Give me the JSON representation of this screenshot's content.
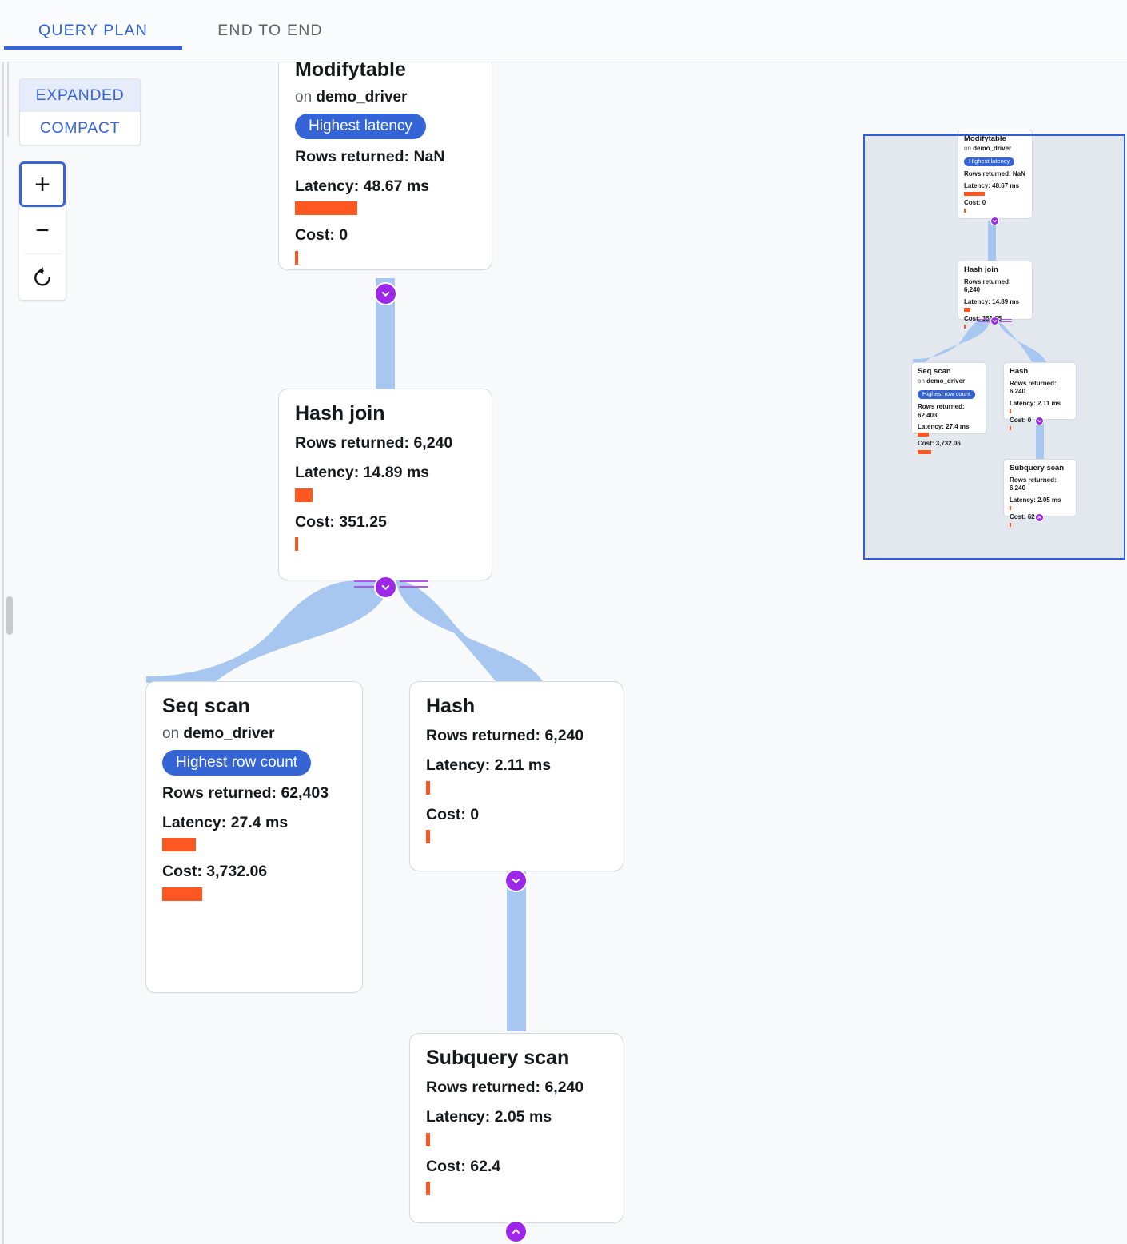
{
  "tabs": [
    {
      "label": "QUERY PLAN",
      "active": true
    },
    {
      "label": "END TO END",
      "active": false
    }
  ],
  "layout_toggle": {
    "options": [
      {
        "label": "EXPANDED",
        "selected": true
      },
      {
        "label": "COMPACT",
        "selected": false
      }
    ]
  },
  "zoom_controls": {
    "zoom_in": "+",
    "zoom_out": "−",
    "reset": "reset-icon"
  },
  "labels": {
    "rows_returned": "Rows returned:",
    "latency": "Latency:",
    "cost": "Cost:",
    "on": "on"
  },
  "colors": {
    "accent_blue": "#3464d6",
    "badge_blue": "#3464d6",
    "bar_orange": "#ff5722",
    "edge_blue": "#a8c7f0",
    "chevron_purple": "#9c27e8",
    "canvas_bg": "#f7f9fb",
    "minimap_bg": "#e3e8ee",
    "minimap_border": "#2f5fd0"
  },
  "plan_nodes": [
    {
      "id": "modifytable",
      "title": "Modifytable",
      "relation": "demo_driver",
      "badge": "Highest latency",
      "rows_returned": "NaN",
      "latency": "48.67 ms",
      "latency_bar_pct": 30,
      "cost": "0",
      "cost_bar_pct": 1.5,
      "chevron": "down"
    },
    {
      "id": "hash-join",
      "title": "Hash join",
      "relation": null,
      "badge": null,
      "rows_returned": "6,240",
      "latency": "14.89 ms",
      "latency_bar_pct": 9,
      "cost": "351.25",
      "cost_bar_pct": 1.5,
      "chevron": "down"
    },
    {
      "id": "seq-scan",
      "title": "Seq scan",
      "relation": "demo_driver",
      "badge": "Highest row count",
      "rows_returned": "62,403",
      "latency": "27.4 ms",
      "latency_bar_pct": 17,
      "cost": "3,732.06",
      "cost_bar_pct": 19,
      "chevron": null
    },
    {
      "id": "hash",
      "title": "Hash",
      "relation": null,
      "badge": null,
      "rows_returned": "6,240",
      "latency": "2.11 ms",
      "latency_bar_pct": 1.5,
      "cost": "0",
      "cost_bar_pct": 1.5,
      "chevron": "down"
    },
    {
      "id": "subquery-scan",
      "title": "Subquery scan",
      "relation": null,
      "badge": null,
      "rows_returned": "6,240",
      "latency": "2.05 ms",
      "latency_bar_pct": 1.5,
      "cost": "62.4",
      "cost_bar_pct": 1.5,
      "chevron": "up"
    }
  ],
  "edges": [
    {
      "from": "modifytable",
      "to": "hash-join"
    },
    {
      "from": "hash-join",
      "to": "seq-scan"
    },
    {
      "from": "hash-join",
      "to": "hash"
    },
    {
      "from": "hash",
      "to": "subquery-scan"
    }
  ],
  "minimap": {
    "present": true
  }
}
